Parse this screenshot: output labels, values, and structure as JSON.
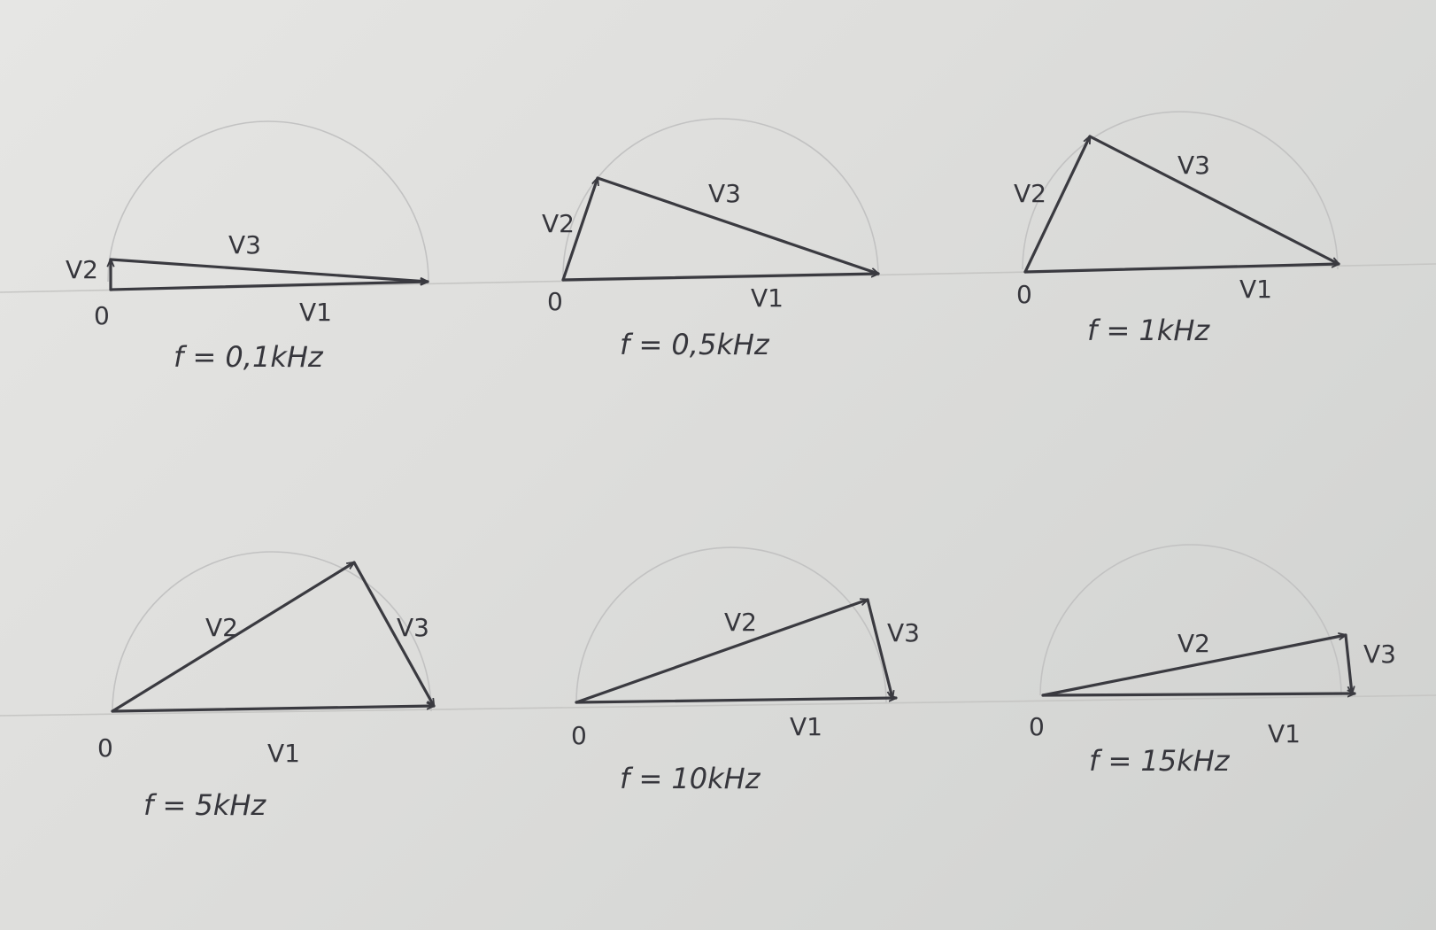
{
  "diagrams": [
    {
      "caption": "f = 0,1kHz",
      "origin_label": "0",
      "v1_label": "V1",
      "v2_label": "V2",
      "v3_label": "V3"
    },
    {
      "caption": "f = 0,5kHz",
      "origin_label": "0",
      "v1_label": "V1",
      "v2_label": "V2",
      "v3_label": "V3"
    },
    {
      "caption": "f = 1kHz",
      "origin_label": "0",
      "v1_label": "V1",
      "v2_label": "V2",
      "v3_label": "V3"
    },
    {
      "caption": "f = 5kHz",
      "origin_label": "0",
      "v1_label": "V1",
      "v2_label": "V2",
      "v3_label": "V3"
    },
    {
      "caption": "f = 10kHz",
      "origin_label": "0",
      "v1_label": "V1",
      "v2_label": "V2",
      "v3_label": "V3"
    },
    {
      "caption": "f = 15kHz",
      "origin_label": "0",
      "v1_label": "V1",
      "v2_label": "V2",
      "v3_label": "V3"
    }
  ]
}
